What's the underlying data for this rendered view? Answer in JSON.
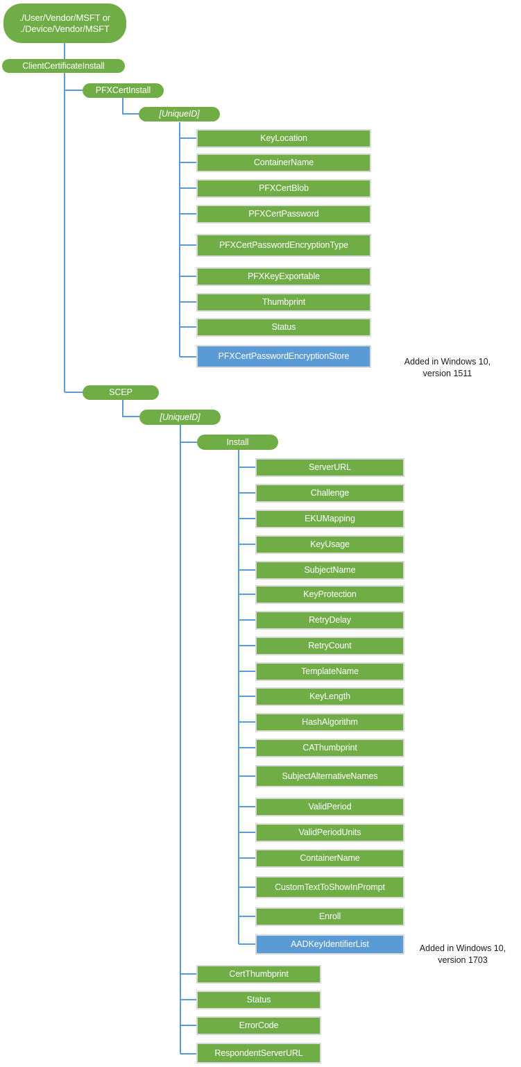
{
  "diagram": {
    "title": "ClientCertificateInstall CSP tree",
    "colors": {
      "node_green": "#70ad47",
      "node_blue": "#5b9bd5",
      "connector": "#5b9bd5",
      "node_border": "#d9d9d9",
      "text_on_node": "#ffffff",
      "note_text": "#1a1a1a"
    },
    "root": {
      "label": "./User/Vendor/MSFT or\n./Device/Vendor/MSFT"
    },
    "level1": {
      "label": "ClientCertificateInstall"
    },
    "branches": [
      {
        "label": "PFXCertInstall",
        "child": {
          "label": "[UniqueID]",
          "italic": true
        },
        "leaves": [
          {
            "label": "KeyLocation",
            "color": "green"
          },
          {
            "label": "ContainerName",
            "color": "green"
          },
          {
            "label": "PFXCertBlob",
            "color": "green"
          },
          {
            "label": "PFXCertPassword",
            "color": "green"
          },
          {
            "label": "PFXCertPasswordEncryptionType",
            "color": "green"
          },
          {
            "label": "PFXKeyExportable",
            "color": "green"
          },
          {
            "label": "Thumbprint",
            "color": "green"
          },
          {
            "label": "Status",
            "color": "green"
          },
          {
            "label": "PFXCertPasswordEncryptionStore",
            "color": "blue",
            "note": "Added in Windows 10,\nversion 1511"
          }
        ]
      },
      {
        "label": "SCEP",
        "child": {
          "label": "[UniqueID]",
          "italic": true
        },
        "install": {
          "label": "Install"
        },
        "install_leaves": [
          {
            "label": "ServerURL",
            "color": "green"
          },
          {
            "label": "Challenge",
            "color": "green"
          },
          {
            "label": "EKUMapping",
            "color": "green"
          },
          {
            "label": "KeyUsage",
            "color": "green"
          },
          {
            "label": "SubjectName",
            "color": "green"
          },
          {
            "label": "KeyProtection",
            "color": "green"
          },
          {
            "label": "RetryDelay",
            "color": "green"
          },
          {
            "label": "RetryCount",
            "color": "green"
          },
          {
            "label": "TemplateName",
            "color": "green"
          },
          {
            "label": "KeyLength",
            "color": "green"
          },
          {
            "label": "HashAlgorithm",
            "color": "green"
          },
          {
            "label": "CAThumbprint",
            "color": "green"
          },
          {
            "label": "SubjectAlternativeNames",
            "color": "green"
          },
          {
            "label": "ValidPeriod",
            "color": "green"
          },
          {
            "label": "ValidPeriodUnits",
            "color": "green"
          },
          {
            "label": "ContainerName",
            "color": "green"
          },
          {
            "label": "CustomTextToShowInPrompt",
            "color": "green"
          },
          {
            "label": "Enroll",
            "color": "green"
          },
          {
            "label": "AADKeyIdentifierList",
            "color": "blue",
            "note": "Added in Windows 10,\nversion 1703"
          }
        ],
        "uniqueid_leaves": [
          {
            "label": "CertThumbprint",
            "color": "green"
          },
          {
            "label": "Status",
            "color": "green"
          },
          {
            "label": "ErrorCode",
            "color": "green"
          },
          {
            "label": "RespondentServerURL",
            "color": "green"
          }
        ]
      }
    ],
    "notes": [
      {
        "text": "Added in Windows 10,\nversion 1511"
      },
      {
        "text": "Added in Windows 10,\nversion 1703"
      }
    ]
  }
}
